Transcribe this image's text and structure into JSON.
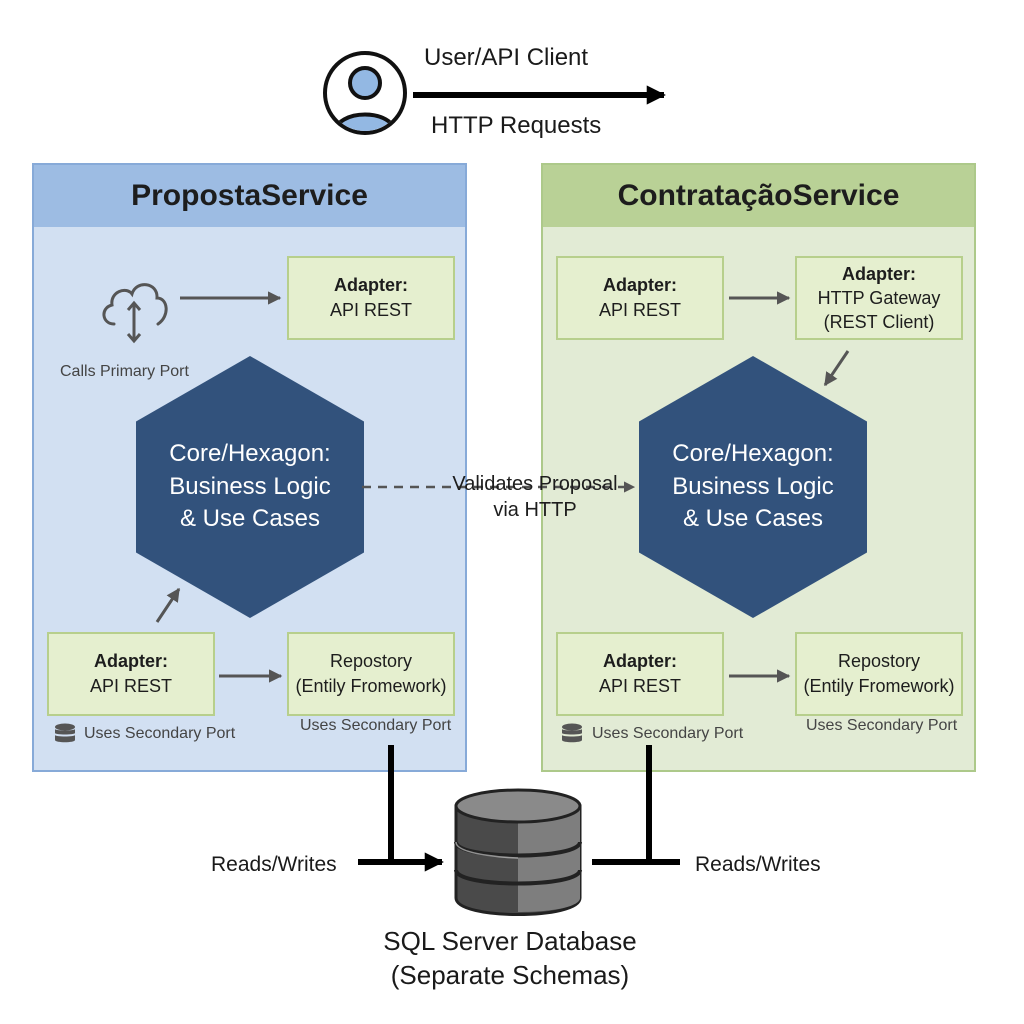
{
  "actor": {
    "label": "User/API Client",
    "request_label": "HTTP Requests",
    "icon": "user-icon"
  },
  "services": {
    "proposta": {
      "title": "PropostaService",
      "inbound_adapter": {
        "title": "Adapter:",
        "subtitle": "API REST"
      },
      "cloud_caption": "Calls Primary Port",
      "core": "Core/Hexagon:\nBusiness Logic\n& Use Cases",
      "secondary_adapter": {
        "title": "Adapter:",
        "subtitle": "API REST"
      },
      "repository": {
        "title": "Repostory",
        "subtitle": "(Entily Fromework)"
      },
      "secondary_caption": "Uses Secondary Port",
      "repository_caption": "Uses Secondary Port"
    },
    "contratacao": {
      "title": "ContrataçãoService",
      "inbound_adapter": {
        "title": "Adapter:",
        "subtitle": "API REST"
      },
      "gateway_adapter": {
        "title": "Adapter:",
        "line1": "HTTP Gateway",
        "line2": "(REST Client)"
      },
      "core": "Core/Hexagon:\nBusiness Logic\n& Use Cases",
      "secondary_adapter": {
        "title": "Adapter:",
        "subtitle": "API REST"
      },
      "repository": {
        "title": "Repostory",
        "subtitle": "(Entily Fromework)"
      },
      "secondary_caption": "Uses Secondary Port",
      "repository_caption": "Uses Secondary Port"
    }
  },
  "cross_service": {
    "line1": "Validates Proposal",
    "line2": "via HTTP"
  },
  "database": {
    "left_label": "Reads/Writes",
    "right_label": "Reads/Writes",
    "title_line1": "SQL Server Database",
    "title_line2": "(Separate Schemas)"
  },
  "colors": {
    "proposta_panel": "#d2e0f2",
    "proposta_header": "#9dbce3",
    "contratacao_panel": "#e2ebd5",
    "contratacao_header": "#b9d196",
    "adapter_box": "#e5efcf",
    "hexagon": "#32527c",
    "database": "#4a4a4a"
  }
}
